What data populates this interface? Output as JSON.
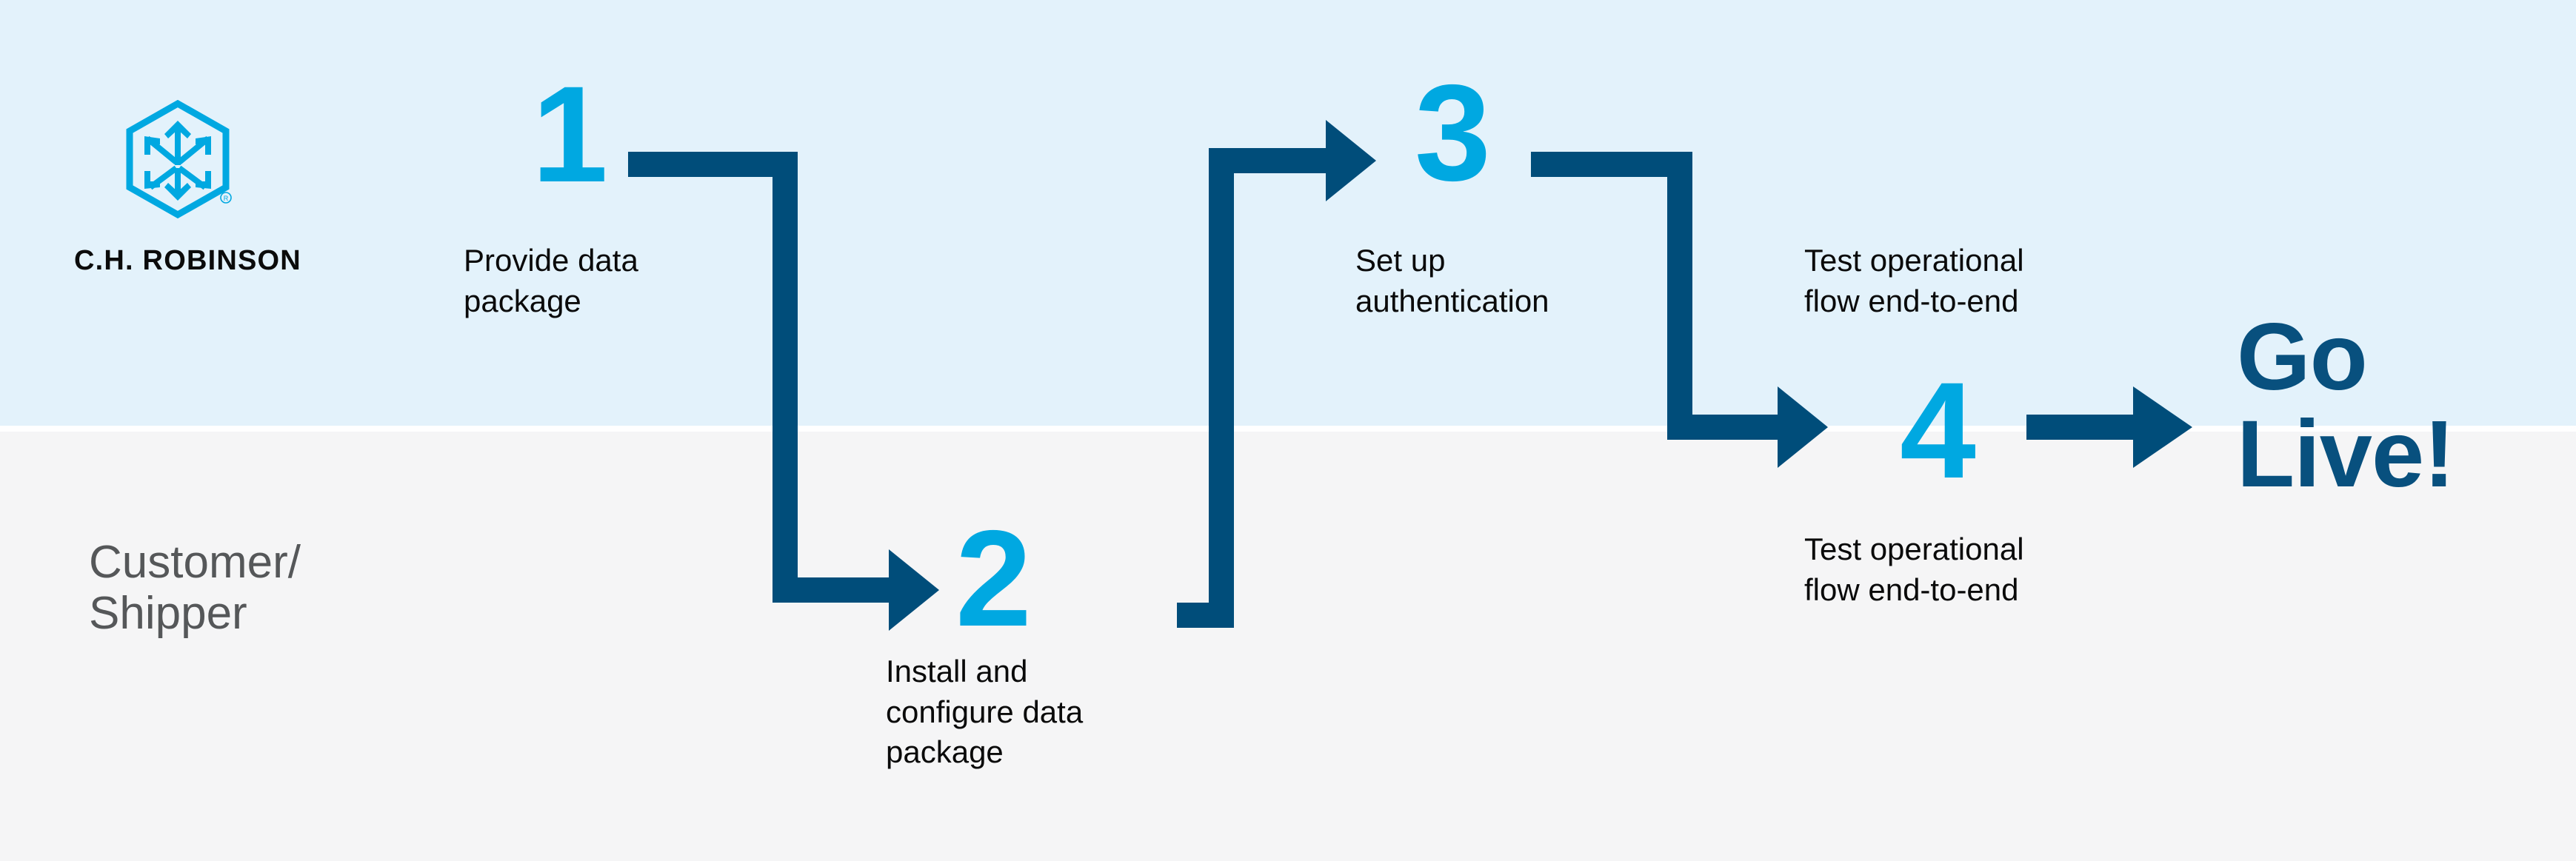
{
  "colors": {
    "band_top": "#E3F2FB",
    "band_bottom": "#F5F5F6",
    "accent_cyan": "#00A8E1",
    "accent_navy": "#004D7A",
    "text_dark": "#0A0A0A",
    "lane_gray": "#555759"
  },
  "brand": {
    "wordmark": "C.H. ROBINSON",
    "mark_name": "chrobinson-hexagon-arrows-logo",
    "registered_mark": "®"
  },
  "lanes": {
    "bottom_label_line1": "Customer/",
    "bottom_label_line2": "Shipper"
  },
  "steps": [
    {
      "number": "1",
      "caption_line1": "Provide data",
      "caption_line2": "package",
      "lane": "top"
    },
    {
      "number": "2",
      "caption_line1": "Install and",
      "caption_line2": "configure data",
      "caption_line3": "package",
      "lane": "bottom"
    },
    {
      "number": "3",
      "caption_line1": "Set up",
      "caption_line2": "authentication",
      "lane": "top"
    },
    {
      "number": "4",
      "caption_line1": "Test operational",
      "caption_line2": "flow end-to-end",
      "lane": "bottom"
    }
  ],
  "extra_caption": {
    "line1": "Test operational",
    "line2": "flow end-to-end"
  },
  "final": {
    "line1": "Go",
    "line2": "Live!"
  },
  "connectors": [
    {
      "name": "connector-1-to-2",
      "from": "1",
      "to": "2",
      "shape": "right-down-right-arrow"
    },
    {
      "name": "connector-2-to-3",
      "from": "2",
      "to": "3",
      "shape": "right-up-right-arrow"
    },
    {
      "name": "connector-3-to-4",
      "from": "3",
      "to": "4",
      "shape": "right-down-right-arrow"
    },
    {
      "name": "connector-4-to-golive",
      "from": "4",
      "to": "Go Live!",
      "shape": "right-arrow"
    }
  ]
}
